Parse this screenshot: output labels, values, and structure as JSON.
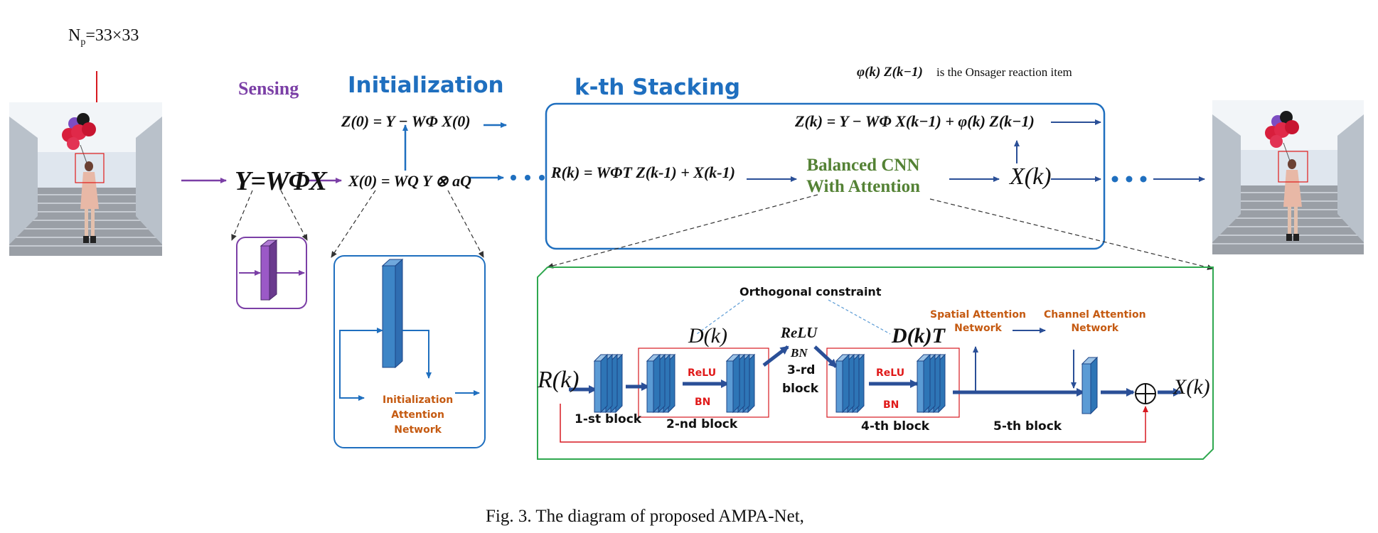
{
  "colors": {
    "purple": "#7b3fa6",
    "blue": "#1f6fbf",
    "dark_blue": "#2a4f97",
    "green": "#548235",
    "orange": "#c55a11",
    "red": "#d71920",
    "box_green": "#2fa84f"
  },
  "top_label": "N",
  "top_label_sub": "p",
  "top_label_rest": "=33×33",
  "stages": {
    "sensing": "Sensing",
    "initialization": "Initialization",
    "stacking": "k-th Stacking"
  },
  "onsager_note": "is the Onsager reaction item",
  "equations": {
    "sensing": "Y=WΦX",
    "init_z": "Z(0) = Y − WΦ X(0)",
    "init_x": "X(0) = WQ Y ⊗ aQ",
    "stack_r": "R(k) = WΦT Z(k-1) + X(k-1)",
    "stack_z": "Z(k) = Y − WΦ X(k−1) + φ(k) Z(k−1)",
    "onsager": "φ(k) Z(k−1)",
    "stack_x": "X(k)"
  },
  "balanced_cnn": [
    "Balanced CNN",
    "With Attention"
  ],
  "init_attention": [
    "Initialization",
    "Attention",
    "Network"
  ],
  "detail": {
    "input": "R(k)",
    "output": "X(k)",
    "orthogonal": "Orthogonal constraint",
    "d_left": "D(k)",
    "d_right": "D(k)T",
    "relu_mid": "ReLU",
    "bn_mid": "BN",
    "relu": "ReLU",
    "bn": "BN",
    "spatial": [
      "Spatial Attention",
      "Network"
    ],
    "channel": [
      "Channel Attention",
      "Network"
    ],
    "blocks": [
      "1-st block",
      "2-nd block",
      "3-rd",
      "block",
      "4-th block",
      "5-th block"
    ]
  },
  "caption": "Fig. 3.  The diagram of proposed AMPA-Net,"
}
